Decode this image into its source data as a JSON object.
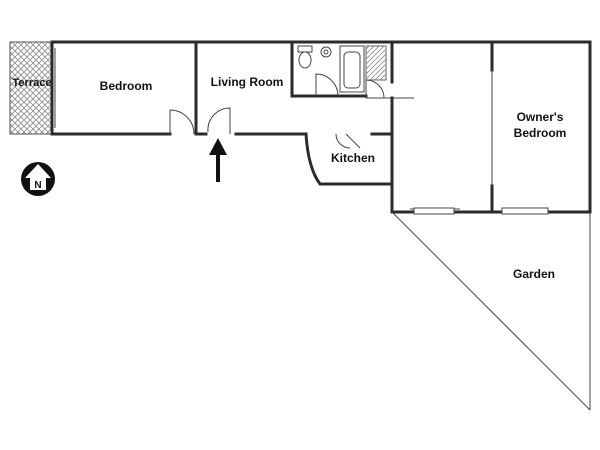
{
  "rooms": {
    "terrace": "Terrace",
    "bedroom": "Bedroom",
    "living_room": "Living Room",
    "kitchen": "Kitchen",
    "owners_bedroom_line1": "Owner's",
    "owners_bedroom_line2": "Bedroom",
    "garden": "Garden"
  },
  "compass": {
    "label": "N"
  },
  "colors": {
    "wall": "#2b2b2b",
    "hatch": "#8a8a8a",
    "background": "#ffffff"
  }
}
